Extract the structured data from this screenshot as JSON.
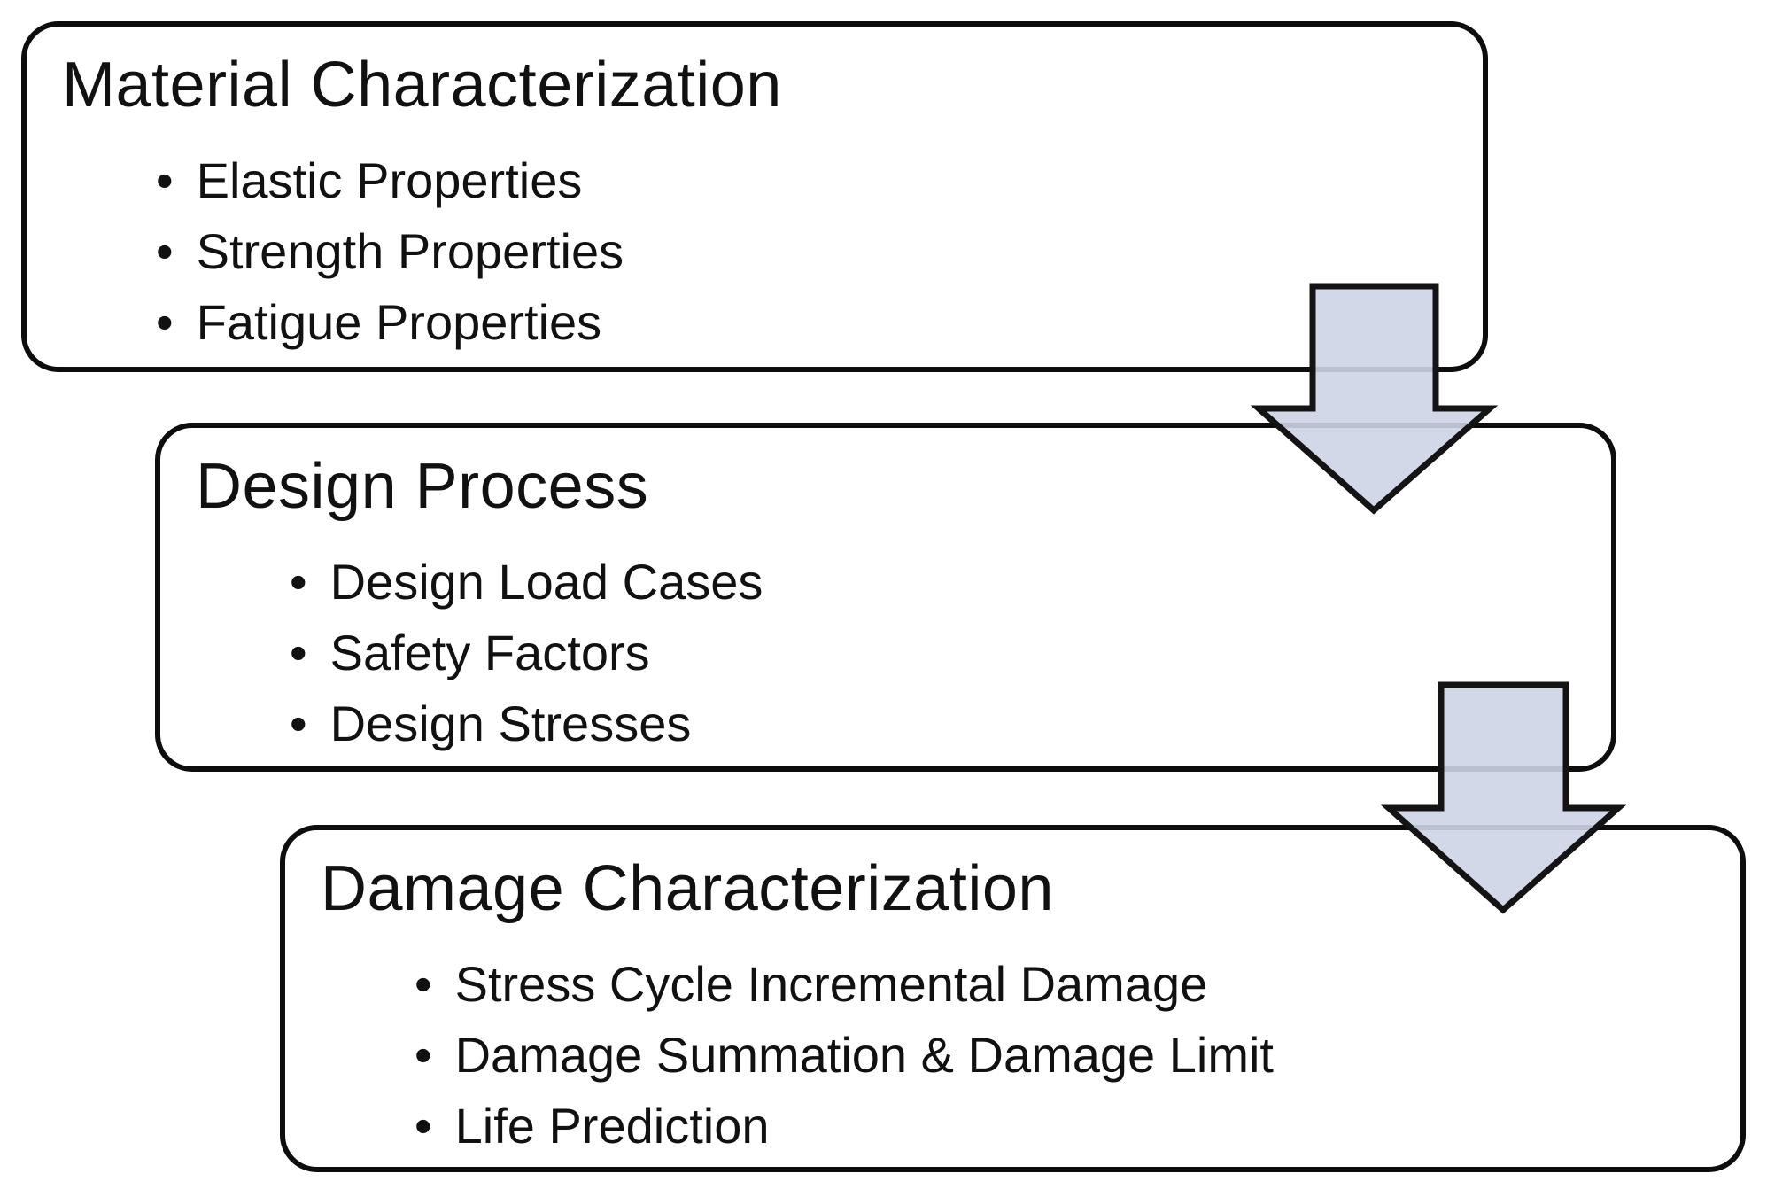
{
  "diagram": {
    "title": "Fatigue design process flowchart",
    "bullet_glyph": "•",
    "colors": {
      "background": "#ffffff",
      "box_fill": "#ffffff",
      "box_border": "#0d0d0d",
      "text": "#111111",
      "arrow_fill": "#ced4e7",
      "arrow_overlap_line": "#bfc4d4",
      "arrow_outline": "#141414"
    },
    "boxes": [
      {
        "title": "Material Characterization",
        "bullets": [
          "Elastic Properties",
          "Strength Properties",
          "Fatigue Properties"
        ]
      },
      {
        "title": "Design Process",
        "bullets": [
          "Design Load Cases",
          "Safety Factors",
          "Design Stresses"
        ]
      },
      {
        "title": "Damage Characterization",
        "bullets": [
          "Stress Cycle Incremental Damage",
          "Damage Summation & Damage Limit",
          "Life Prediction"
        ]
      }
    ],
    "arrows": [
      {
        "name": "arrow-material-to-design",
        "direction": "down"
      },
      {
        "name": "arrow-design-to-damage",
        "direction": "down"
      }
    ]
  }
}
